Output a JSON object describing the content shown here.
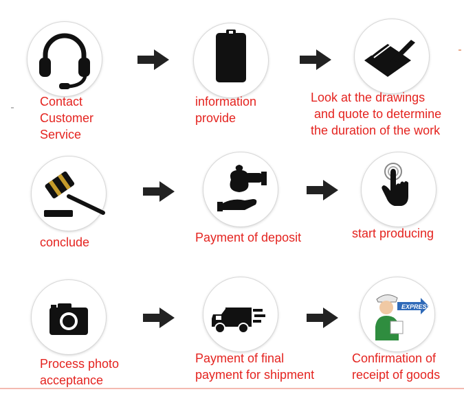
{
  "steps": [
    {
      "label": "Contact\nCustomer\nService",
      "icon": "headset-icon"
    },
    {
      "label": "information\nprovide",
      "icon": "clipboard-icon"
    },
    {
      "label": "Look at the drawings\n and quote to determine\nthe duration of the work",
      "icon": "drawings-icon"
    },
    {
      "label": "conclude",
      "icon": "gavel-icon"
    },
    {
      "label": "Payment of deposit",
      "icon": "money-bag-hand-icon"
    },
    {
      "label": "start producing",
      "icon": "hand-pointer-icon"
    },
    {
      "label": "Process photo\nacceptance",
      "icon": "camera-icon"
    },
    {
      "label": "Payment of final\npayment for shipment",
      "icon": "delivery-truck-icon"
    },
    {
      "label": "Confirmation of\nreceipt of goods",
      "icon": "delivery-man-icon"
    }
  ],
  "illustration_text": {
    "express": "EXPRESS"
  },
  "colors": {
    "label": "#e4231f",
    "icon": "#111111",
    "arrow": "#222222"
  }
}
